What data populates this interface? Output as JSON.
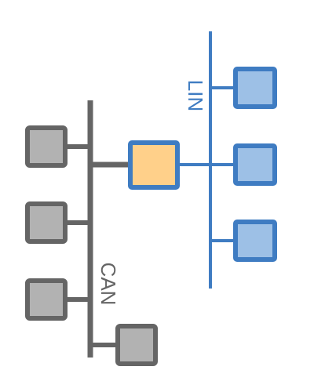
{
  "colors": {
    "background": "#ffffff",
    "can_line": "#656565",
    "can_node_fill": "#b2b2b2",
    "can_node_stroke": "#656565",
    "gateway_fill": "#ffd08a",
    "gateway_stroke": "#3f7cc2",
    "lin_line": "#3f7cc2",
    "lin_node_fill": "#9dc0e6",
    "lin_node_stroke": "#3f7cc2"
  },
  "buses": {
    "can": {
      "label": "CAN"
    },
    "lin": {
      "label": "LIN"
    }
  },
  "nodes": {
    "can_count": 4,
    "lin_count": 3,
    "gateway_count": 1
  }
}
